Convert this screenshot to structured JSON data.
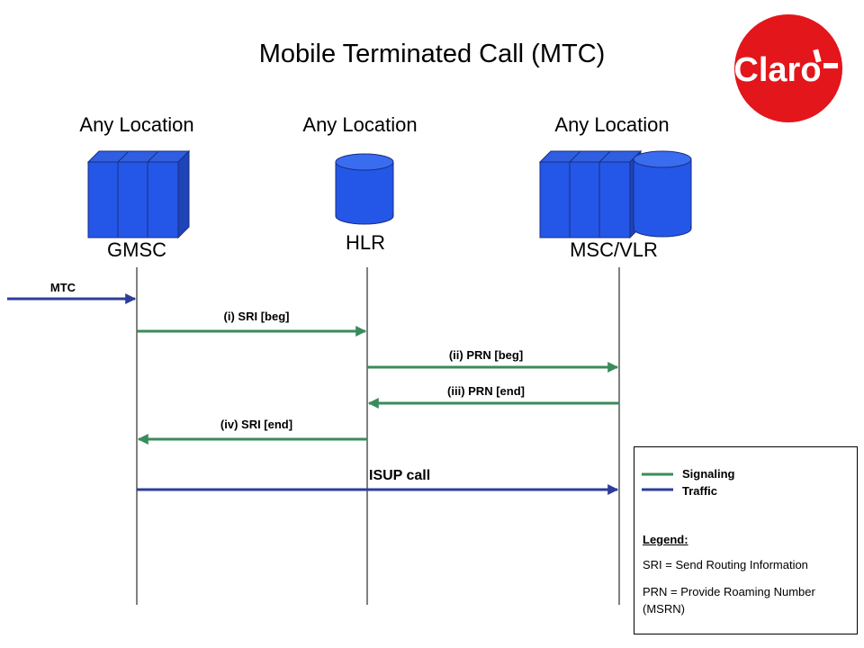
{
  "title": "Mobile Terminated Call (MTC)",
  "logo": {
    "text": "Claro",
    "color": "#e3161b"
  },
  "locations": [
    "Any Location",
    "Any Location",
    "Any Location"
  ],
  "nodes": {
    "gmsc": "GMSC",
    "hlr": "HLR",
    "msc_vlr": "MSC/VLR"
  },
  "messages": {
    "mtc": "MTC",
    "sri_beg": "(i)  SRI [beg]",
    "prn_beg": "(ii)  PRN [beg]",
    "prn_end": "(iii)  PRN [end]",
    "sri_end": "(iv)  SRI [end]",
    "isup": "ISUP call"
  },
  "colors": {
    "signaling": "#3a8b5c",
    "traffic": "#2e3c9a",
    "node_fill": "#2457e8",
    "node_edge": "#1a2e80"
  },
  "legend": {
    "signaling": "Signaling",
    "traffic": "Traffic",
    "title": "Legend:",
    "sri": "SRI = Send Routing Information",
    "prn": "PRN = Provide Roaming Number (MSRN)"
  }
}
